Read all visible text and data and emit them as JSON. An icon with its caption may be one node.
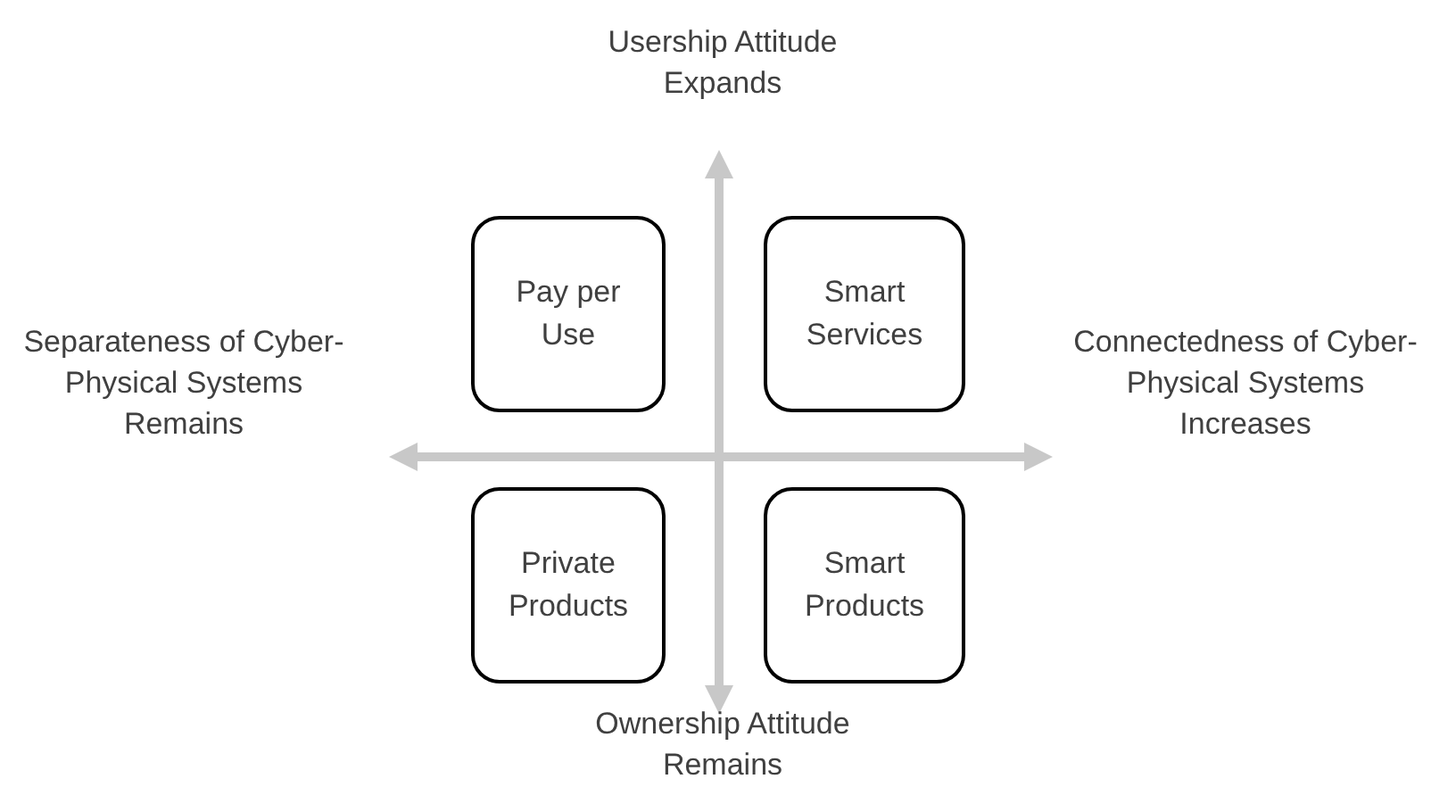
{
  "diagram": {
    "nodes": [
      {
        "text": [
          "Pay per Use"
        ]
      },
      {
        "text": [
          "Smart Services"
        ]
      },
      {
        "text": [
          "Private Products"
        ]
      },
      {
        "text": [
          "Smart Products"
        ]
      }
    ],
    "labels": [
      "Usership Attitude Expands",
      "Separateness of Cyber-Physical Systems Remains",
      "Connectedness of Cyber-Physical Systems Increases",
      "Ownership Attitude Remains"
    ]
  }
}
